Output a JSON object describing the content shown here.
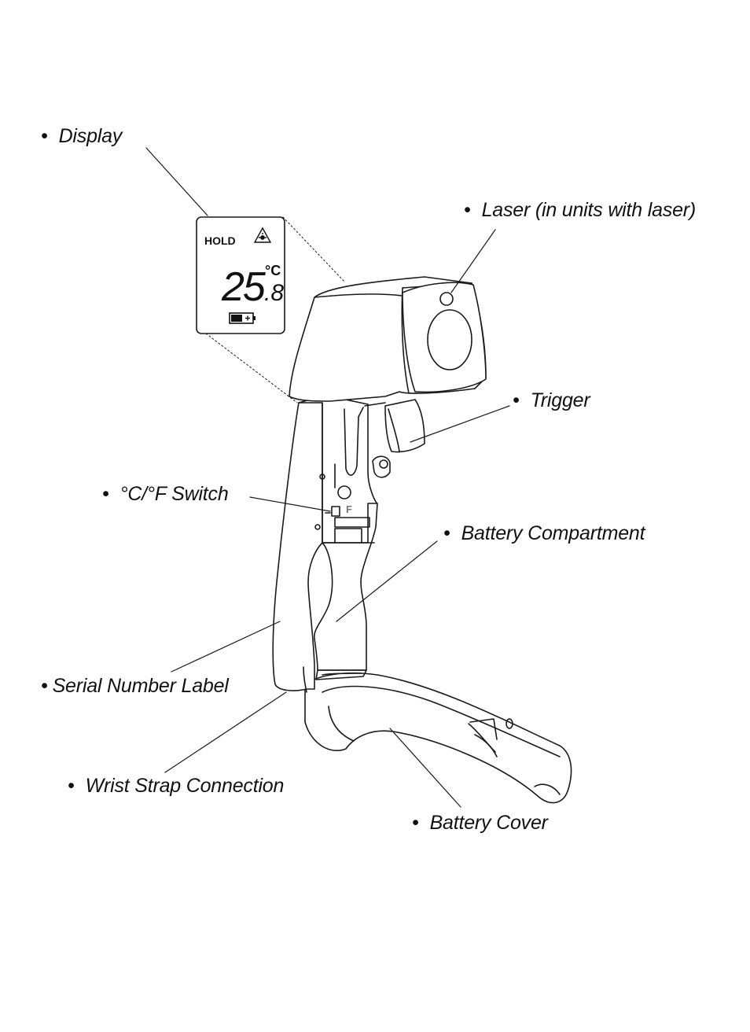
{
  "callouts": {
    "display": "Display",
    "laser": "Laser (in units with laser)",
    "trigger": "Trigger",
    "switch": "°C/°F Switch",
    "battery_compartment": "Battery Compartment",
    "serial_label": "Serial Number Label",
    "wrist_strap": "Wrist Strap Connection",
    "battery_cover": "Battery Cover",
    "bullet": "•"
  },
  "lcd": {
    "hold": "HOLD",
    "reading_main": "25",
    "reading_decimal": ".8",
    "unit": "°C",
    "laser_symbol": "laser-warning-icon",
    "battery_symbol": "low-battery-icon"
  },
  "device_markings": {
    "switch_f": "F"
  },
  "colors": {
    "line": "#1a1a1a",
    "background": "#ffffff"
  }
}
